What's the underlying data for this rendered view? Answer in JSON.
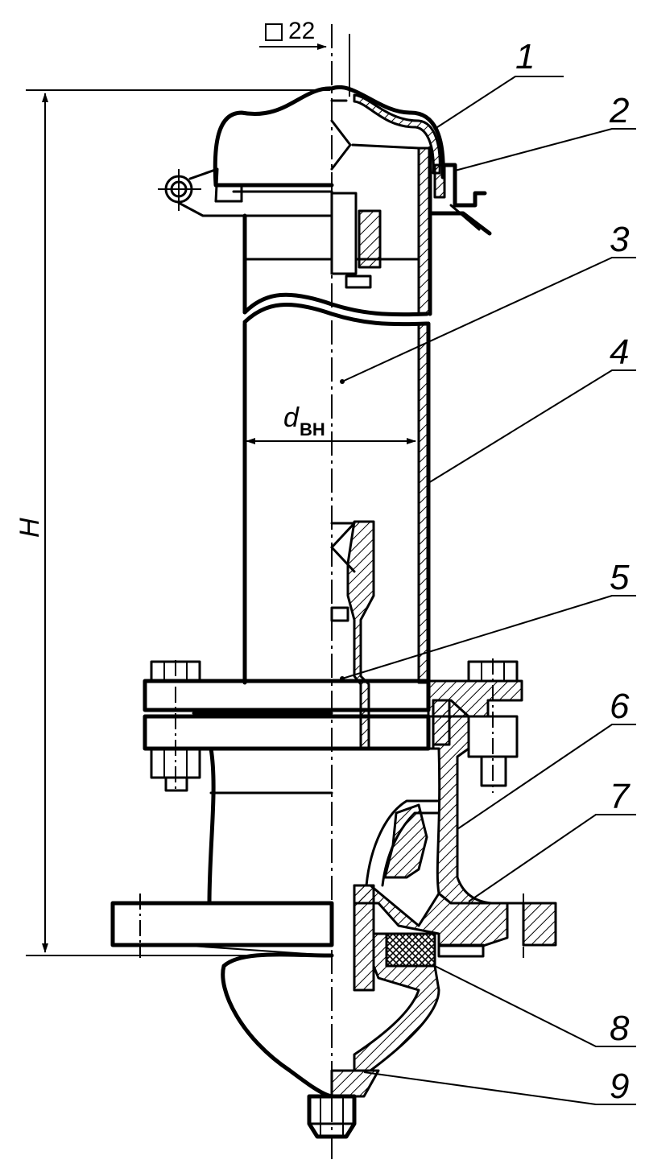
{
  "drawing": {
    "dimension_square": "22",
    "dimension_height": "H",
    "dimension_diameter": "d",
    "dimension_diameter_sub": "ВН",
    "callouts": [
      "1",
      "2",
      "3",
      "4",
      "5",
      "6",
      "7",
      "8",
      "9"
    ]
  }
}
